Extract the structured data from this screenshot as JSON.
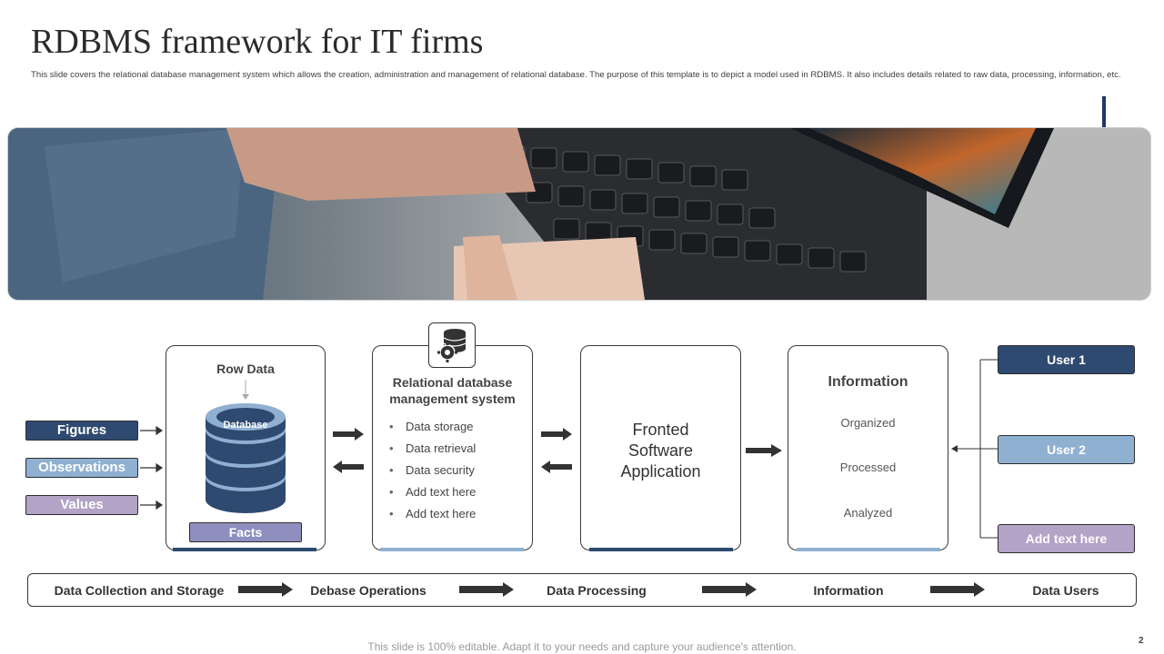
{
  "title": "RDBMS framework for IT firms",
  "description": "This slide covers the relational database management  system which allows the creation, administration and management of relational database. The purpose of this template is to depict a model used in RDBMS.  It also includes details related to raw data, processing, information, etc.",
  "inputs": [
    "Figures",
    "Observations",
    "Values"
  ],
  "raw_data": {
    "title": "Row Data",
    "db_label": "Database",
    "facts": "Facts"
  },
  "rdbms": {
    "title_line1": "Relational database",
    "title_line2": "management system",
    "items": [
      "Data storage",
      "Data retrieval",
      "Data security",
      "Add text here",
      "Add text here"
    ]
  },
  "frontend": {
    "line1": "Fronted",
    "line2": "Software",
    "line3": "Application"
  },
  "information": {
    "title": "Information",
    "items": [
      "Organized",
      "Processed",
      "Analyzed"
    ]
  },
  "users": [
    "User 1",
    "User 2",
    "Add text here"
  ],
  "stages": [
    "Data Collection and Storage",
    "Debase Operations",
    "Data Processing",
    "Information",
    "Data Users"
  ],
  "footer": "This slide is 100% editable. Adapt it to your needs and capture your audience's attention.",
  "page_number": "2",
  "colors": {
    "navy": "#2e4a70",
    "light_blue": "#8fb0d1",
    "lavender": "#b3a3c7",
    "facts": "#8e8fbf",
    "accent": "#1f3864"
  }
}
